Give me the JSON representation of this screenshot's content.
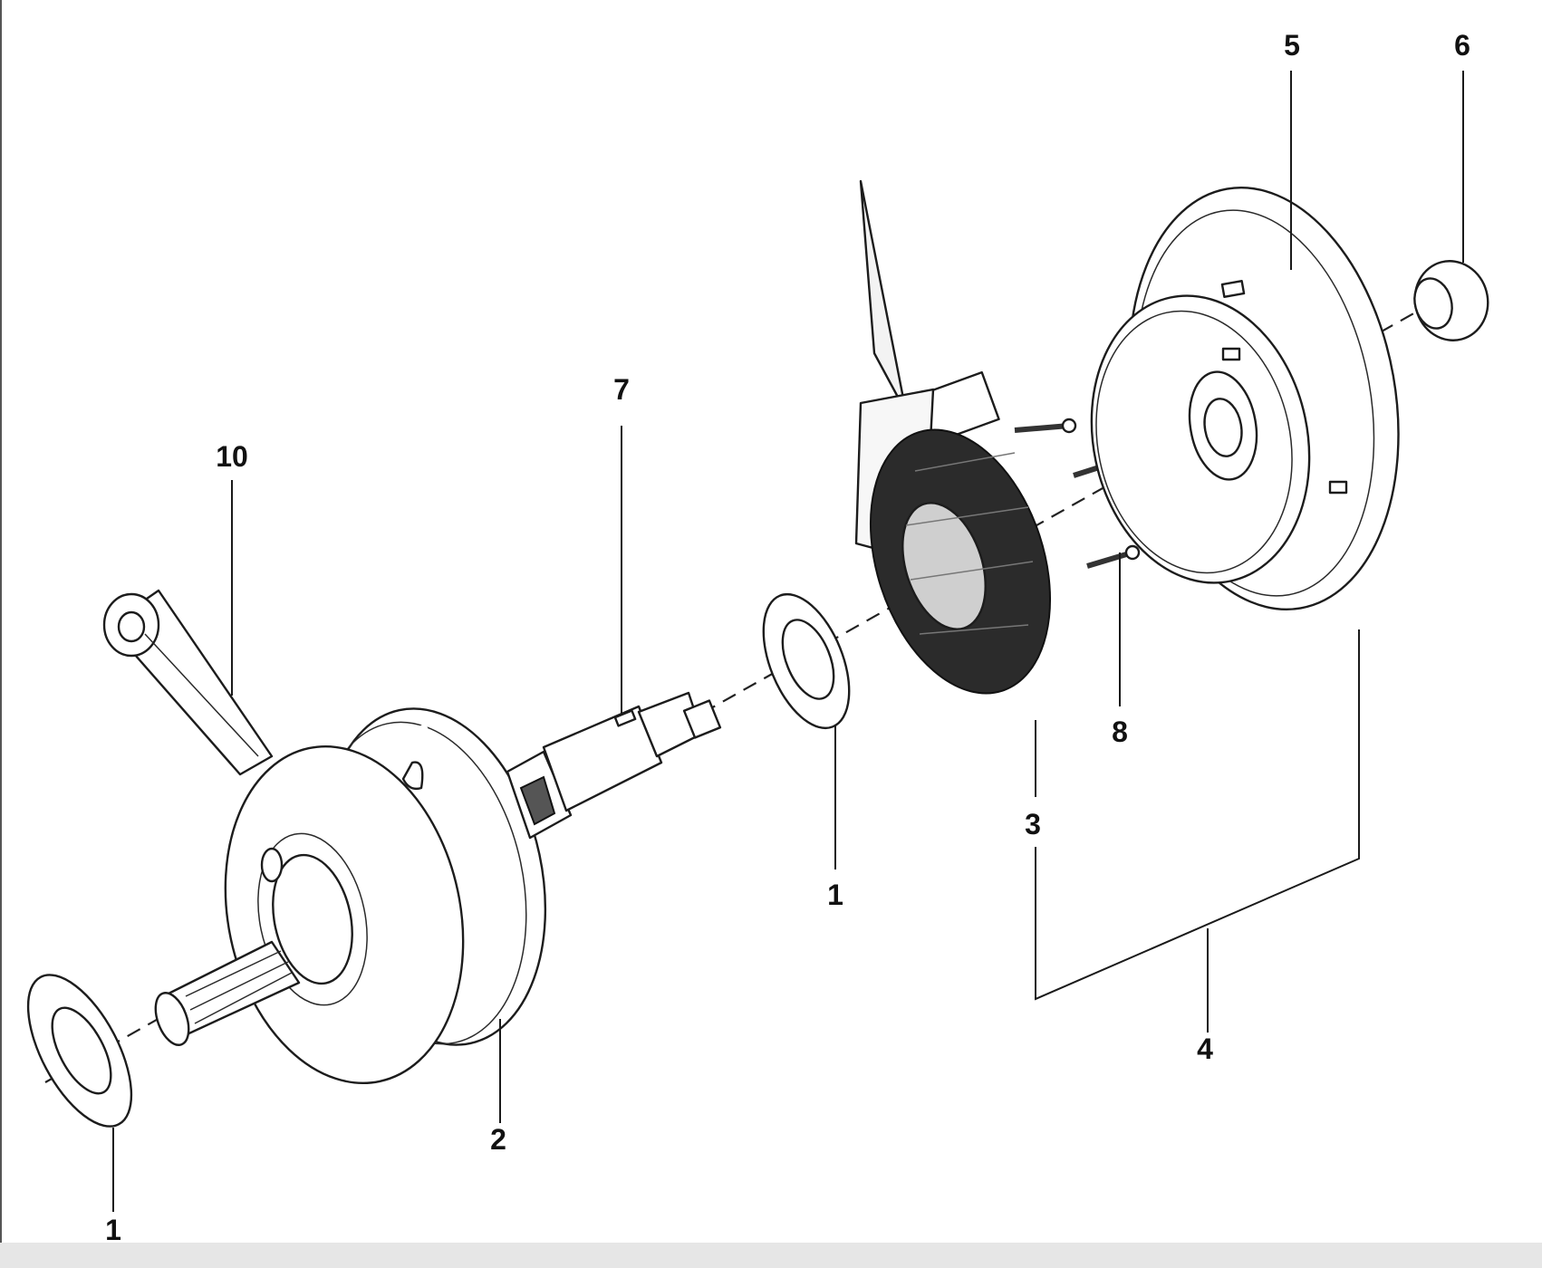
{
  "callouts": [
    {
      "id": "washer-left",
      "label": "1"
    },
    {
      "id": "crank-wheel",
      "label": "2"
    },
    {
      "id": "stator",
      "label": "3"
    },
    {
      "id": "generator-assembly",
      "label": "4"
    },
    {
      "id": "rotor",
      "label": "5"
    },
    {
      "id": "nut",
      "label": "6"
    },
    {
      "id": "key",
      "label": "7"
    },
    {
      "id": "screws",
      "label": "8"
    },
    {
      "id": "washer-center",
      "label": "1"
    },
    {
      "id": "connecting-rod",
      "label": "10"
    }
  ],
  "colors": {
    "line": "#1a1a1a",
    "coil": "#2b2b2b",
    "background": "#ffffff"
  }
}
